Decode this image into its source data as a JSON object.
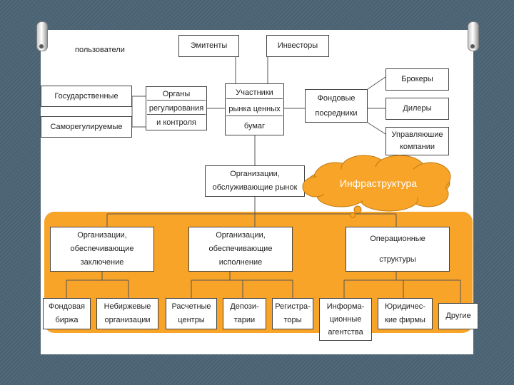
{
  "users_label": "пользователи",
  "nodes": {
    "emitenty": "Эмитенты",
    "investory": "Инвесторы",
    "brokery": "Брокеры",
    "gosudarstvennye": "Государственные",
    "samoreguliruemye": "Саморегулируемые",
    "organy": [
      "Органы",
      "регулирования",
      "и контроля"
    ],
    "uchastniki": [
      "Участники",
      "рынка ценных",
      "бумаг"
    ],
    "fondovye_posredniki": [
      "Фондовые",
      "посредники"
    ],
    "dilery": "Дилеры",
    "upravlyayushchie": [
      "Управляюшие",
      "компании"
    ],
    "org_obsluzh": [
      "Организации,",
      "обслуживающие рынок"
    ],
    "org_zaklyuchenie": [
      "Организации,",
      "обеспечивающие",
      "заключение"
    ],
    "org_ispolnenie": [
      "Организации,",
      "обеспечивающие",
      "исполнение"
    ],
    "operatsionnye": [
      "Операционные",
      "структуры"
    ],
    "fondovaya_birzha": [
      "Фондовая",
      "биржа"
    ],
    "nebirzhevye": [
      "Небиржевые",
      "организации"
    ],
    "raschetnye": [
      "Расчетные",
      "центры"
    ],
    "depozitarii": [
      "Депози-",
      "тарии"
    ],
    "registratory": [
      "Регистра-",
      "торы"
    ],
    "informatsionnye": [
      "Информа-",
      "ционные",
      "агентства"
    ],
    "yuridicheskie": [
      "Юридичес-",
      "кие фирмы"
    ],
    "drugie": "Другие"
  },
  "cloud_label": "Инфраструктура",
  "colors": {
    "panel": "#f7a429",
    "background": "#4b6475",
    "cloud": "#f7a429"
  }
}
